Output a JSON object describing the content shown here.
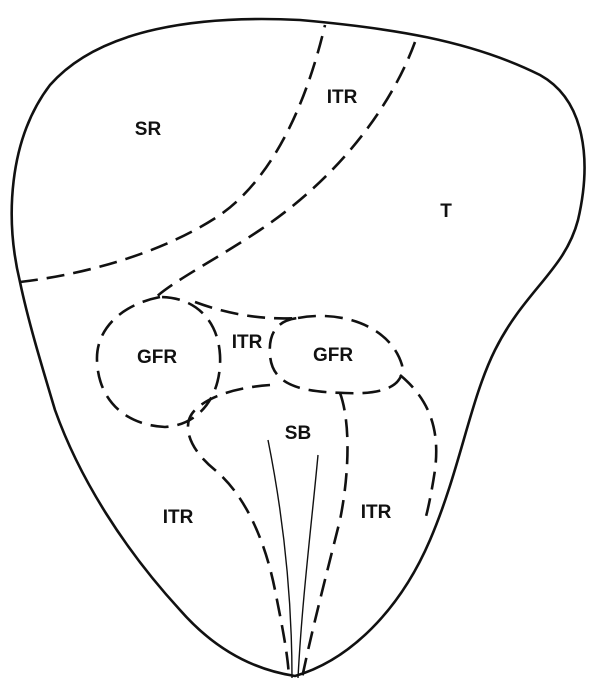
{
  "regions": {
    "sr": "SR",
    "t": "T",
    "itr_upper": "ITR",
    "itr_middle": "ITR",
    "itr_lower_left": "ITR",
    "itr_lower_right": "ITR",
    "gfr_left": "GFR",
    "gfr_right": "GFR",
    "sb": "SB"
  },
  "colors": {
    "line": "#111111",
    "background": "#ffffff"
  }
}
